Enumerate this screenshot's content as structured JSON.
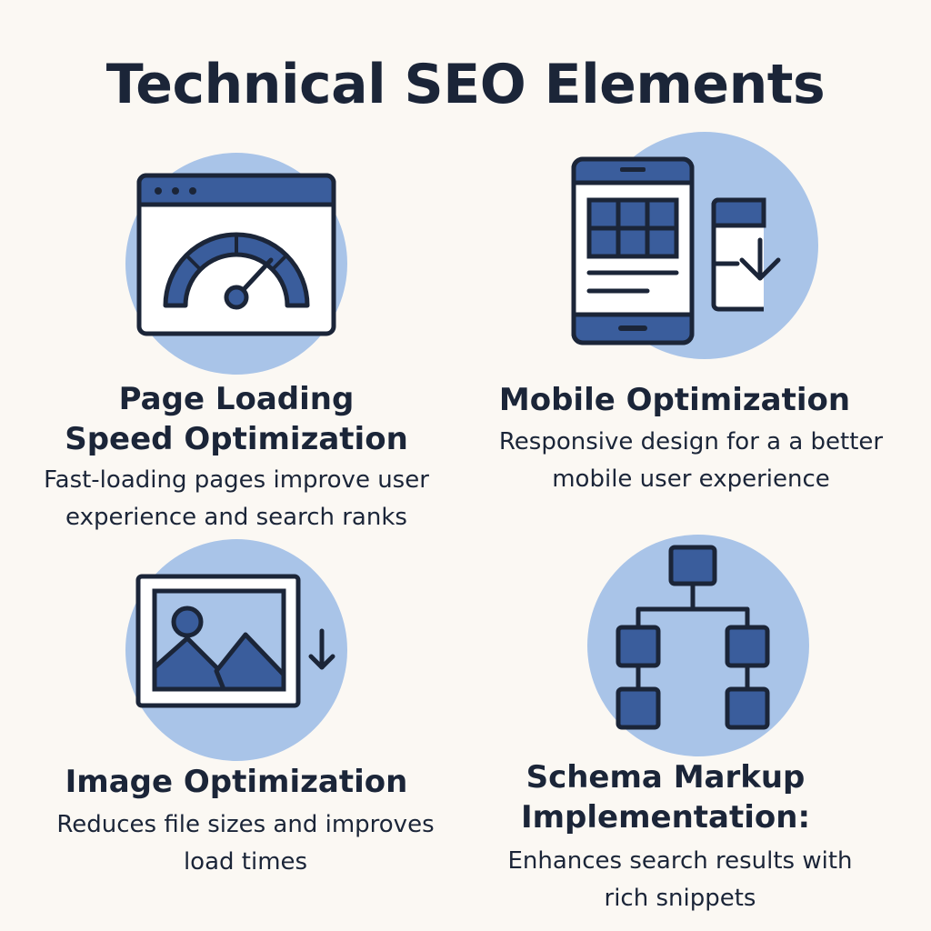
{
  "title": "Technical SEO Elements",
  "colors": {
    "background": "#FBF8F3",
    "circle": "#A9C4E8",
    "accent": "#3A5D9C",
    "outline": "#1B2538"
  },
  "cards": [
    {
      "icon": "speedometer-icon",
      "title": "Page Loading Speed Optimization",
      "description": "Fast-loading pages improve user experience and search ranks"
    },
    {
      "icon": "mobile-device-icon",
      "title": "Mobile Optimization",
      "description": "Responsive design for a a better mobile user experience"
    },
    {
      "icon": "image-download-icon",
      "title": "Image Optimization",
      "description": "Reduces file sizes and improves load times"
    },
    {
      "icon": "hierarchy-icon",
      "title": "Schema Markup Implementation:",
      "description": "Enhances search results with rich snippets"
    }
  ]
}
